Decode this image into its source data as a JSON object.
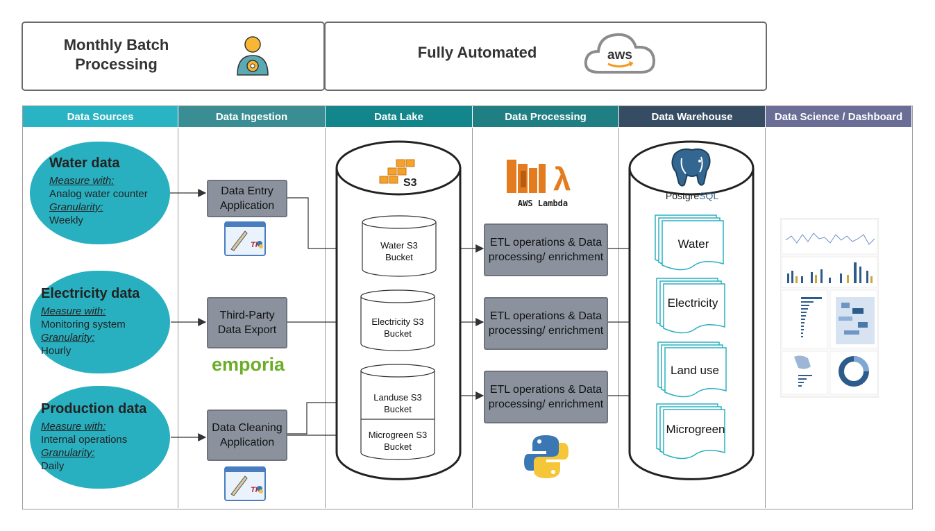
{
  "header": {
    "batch_label": "Monthly Batch Processing",
    "automated_label": "Fully Automated",
    "aws_logo_text": "aws"
  },
  "columns": [
    {
      "label": "Data Sources",
      "color": "#2ab3c3"
    },
    {
      "label": "Data Ingestion",
      "color": "#3a8e93"
    },
    {
      "label": "Data Lake",
      "color": "#12868a"
    },
    {
      "label": "Data Processing",
      "color": "#1f7f82"
    },
    {
      "label": "Data Warehouse",
      "color": "#364c63"
    },
    {
      "label": "Data Science / Dashboard",
      "color": "#6a6e96"
    }
  ],
  "sources": [
    {
      "title": "Water data",
      "measure_label": "Measure with:",
      "measure": "Analog water counter",
      "granularity_label": "Granularity:",
      "granularity": "Weekly"
    },
    {
      "title": "Electricity data",
      "measure_label": "Measure with:",
      "measure": "Monitoring system",
      "granularity_label": "Granularity:",
      "granularity": "Hourly"
    },
    {
      "title": "Production data",
      "measure_label": "Measure with:",
      "measure": "Internal operations",
      "granularity_label": "Granularity:",
      "granularity": "Daily"
    }
  ],
  "ingestion": [
    {
      "label": "Data Entry Application"
    },
    {
      "label": "Third-Party Data Export"
    },
    {
      "label": "Data Cleaning Application"
    }
  ],
  "ingestion_logos": {
    "tk": "TK",
    "emporia": "emporia"
  },
  "lake": {
    "s3_logo": "S3",
    "buckets": [
      "Water S3 Bucket",
      "Electricity S3 Bucket",
      "Landuse S3 Bucket",
      "Microgreen S3 Bucket"
    ]
  },
  "processing": {
    "lambda_label": "AWS Lambda",
    "steps": [
      "ETL operations & Data processing/ enrichment",
      "ETL operations & Data processing/ enrichment",
      "ETL operations & Data processing/ enrichment"
    ]
  },
  "warehouse": {
    "postgres_prefix": "Postgre",
    "postgres_suffix": "SQL",
    "tables": [
      "Water",
      "Electricity",
      "Land use",
      "Microgreen"
    ]
  }
}
